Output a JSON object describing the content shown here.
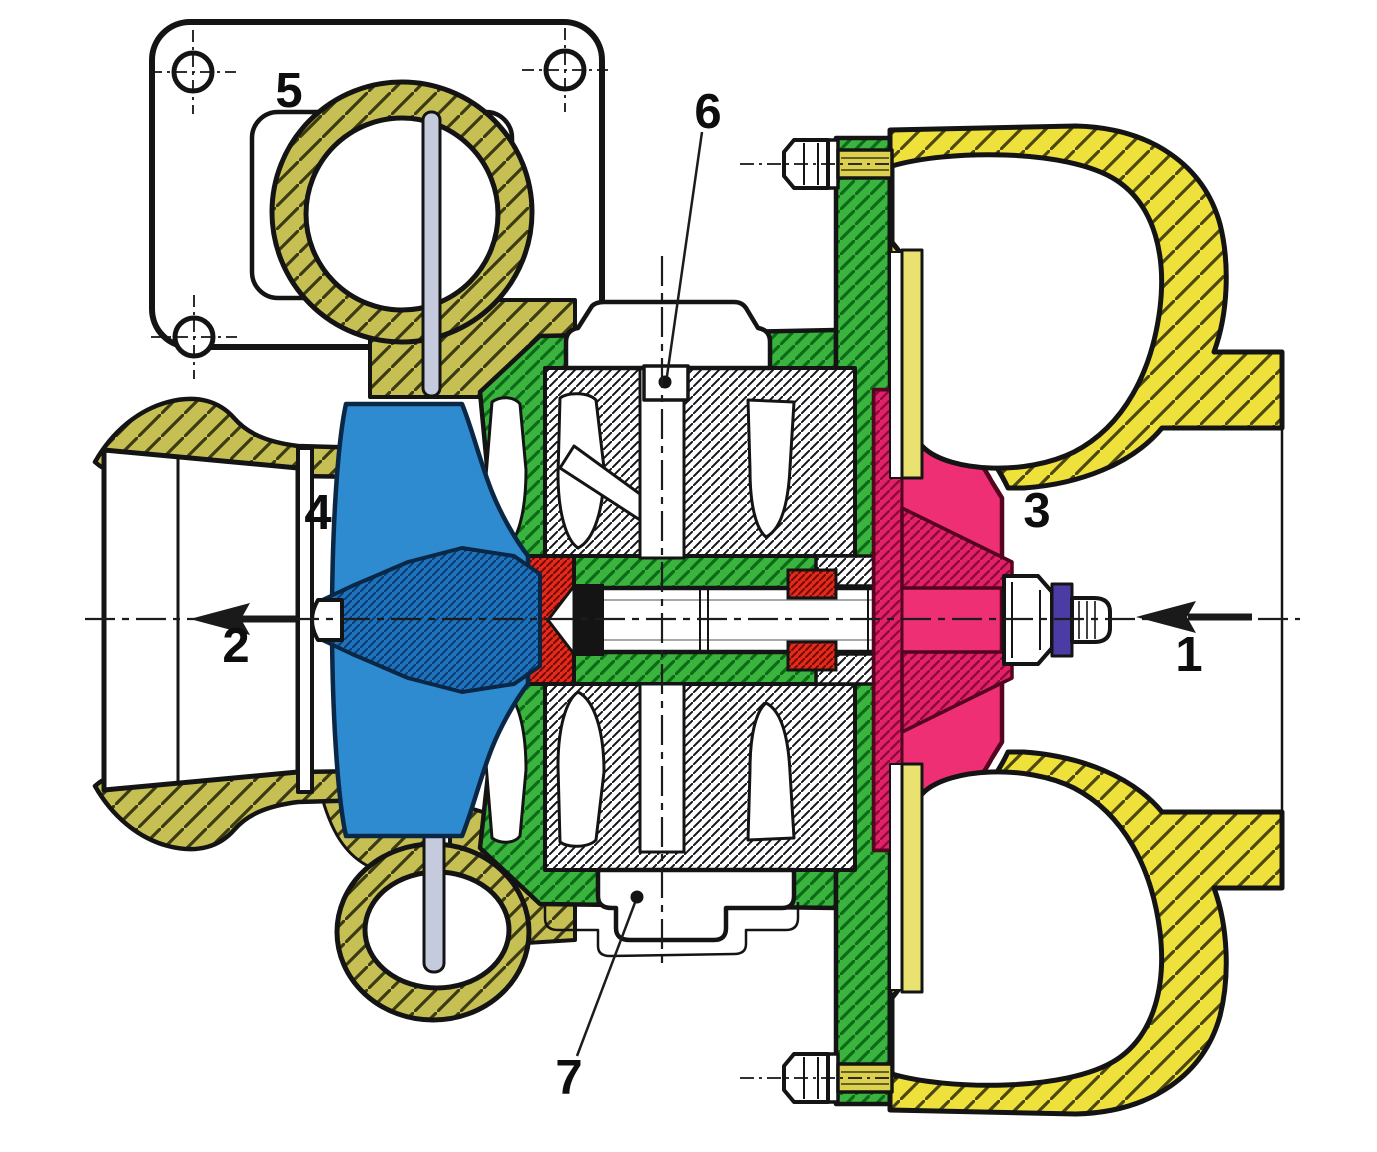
{
  "figure": {
    "kind": "technical-cutaway-diagram",
    "subject": "Turbocharger cross-section",
    "background": "#ffffff",
    "outline": "#141414",
    "callouts": {
      "c1": "1",
      "c2": "2",
      "c3": "3",
      "c4": "4",
      "c5": "5",
      "c6": "6",
      "c7": "7"
    },
    "arrows": {
      "a1": {
        "label": "1",
        "direction": "left"
      },
      "a2": {
        "label": "2",
        "direction": "left"
      }
    },
    "colors": {
      "compressor_housing_yellow": "#efe13c",
      "turbine_housing_olive": "#c6c054",
      "bearing_housing_green": "#3ab33f",
      "turbine_wheel_blue_flat": "#2e8bd0",
      "turbine_wheel_blue_hatch": "#1d72bb",
      "compressor_wheel_magenta_flat": "#ee2f74",
      "compressor_wheel_magenta_hatch": "#e32168",
      "seal_ring_red": "#e52a1c",
      "locknut_collar_purple": "#4b3ba5",
      "volute_divider_grey": "#c5cbdd",
      "steel_section_white": "#ffffff"
    }
  }
}
